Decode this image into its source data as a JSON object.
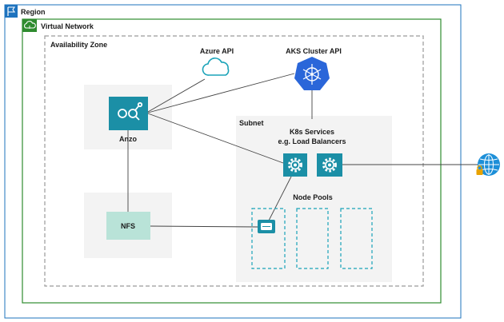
{
  "labels": {
    "region": "Region",
    "virtual_network": "Virtual Network",
    "availability_zone": "Availability Zone",
    "azure_api": "Azure API",
    "aks_cluster_api": "AKS Cluster API",
    "subnet": "Subnet",
    "k8s_services_line1": "K8s Services",
    "k8s_services_line2": "e.g. Load Balancers",
    "anzo": "Anzo",
    "nfs": "NFS",
    "node_pools": "Node Pools"
  },
  "colors": {
    "region_border": "#1e73be",
    "vnet_border": "#2e8b2e",
    "teal": "#1b8fa6",
    "teal_light": "#b9e3d8",
    "aks_blue": "#2a66d9",
    "cloud_teal": "#1aa3b8",
    "panel_gray": "#f3f3f3",
    "globe_blue": "#1d8fd8",
    "lock_gold": "#e8a200"
  },
  "icons": {
    "region": "flag-icon",
    "virtual_network": "cloud-network-icon",
    "azure_api": "cloud-icon",
    "aks_cluster_api": "kubernetes-icon",
    "anzo": "anzo-graph-icon",
    "k8s_service": "gear-icon",
    "nfs_mount": "disk-icon",
    "internet": "globe-lock-icon"
  }
}
